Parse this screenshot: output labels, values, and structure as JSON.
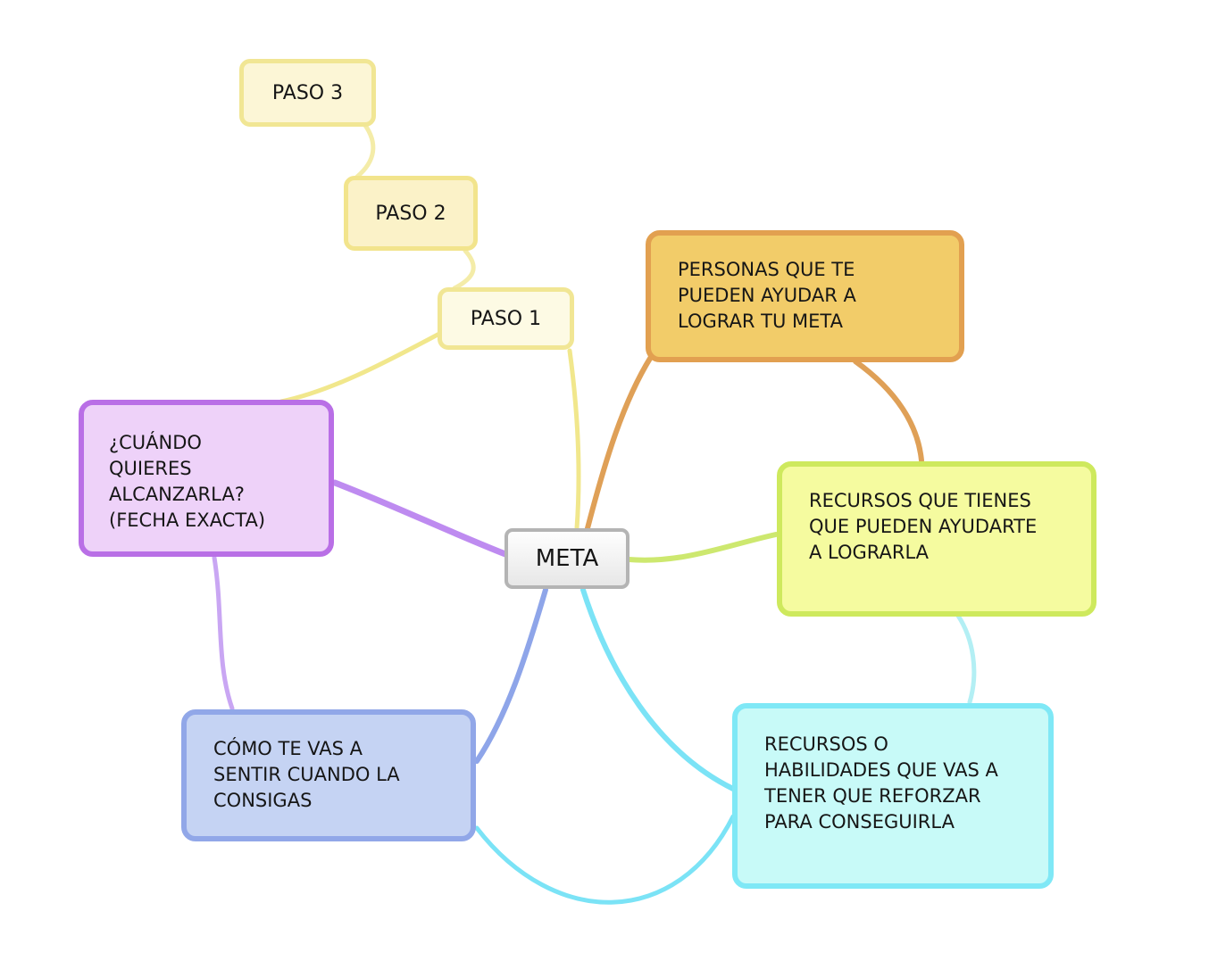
{
  "center": {
    "label": "META"
  },
  "nodes": {
    "paso3": {
      "label": "PASO 3"
    },
    "paso2": {
      "label": "PASO 2"
    },
    "paso1": {
      "label": "PASO 1"
    },
    "personas": {
      "label": "PERSONAS QUE TE PUEDEN AYUDAR A LOGRAR TU META"
    },
    "recursos_tienes": {
      "label": "RECURSOS QUE TIENES QUE PUEDEN AYUDARTE A LOGRARLA"
    },
    "recursos_habilidades": {
      "label": "RECURSOS O HABILIDADES QUE VAS A TENER QUE REFORZAR PARA CONSEGUIRLA"
    },
    "como_sentir": {
      "label": "CÓMO TE VAS A SENTIR CUANDO LA CONSIGAS"
    },
    "cuando": {
      "label": "¿CUÁNDO QUIERES ALCANZARLA? (FECHA EXACTA)"
    }
  },
  "edges": [
    {
      "from": "meta",
      "to": "paso1"
    },
    {
      "from": "paso1",
      "to": "paso2"
    },
    {
      "from": "paso2",
      "to": "paso3"
    },
    {
      "from": "meta",
      "to": "personas"
    },
    {
      "from": "personas",
      "to": "recursos_tienes"
    },
    {
      "from": "meta",
      "to": "recursos_tienes"
    },
    {
      "from": "recursos_tienes",
      "to": "recursos_habilidades"
    },
    {
      "from": "meta",
      "to": "recursos_habilidades"
    },
    {
      "from": "como_sentir",
      "to": "recursos_habilidades"
    },
    {
      "from": "meta",
      "to": "como_sentir"
    },
    {
      "from": "meta",
      "to": "cuando"
    },
    {
      "from": "cuando",
      "to": "como_sentir"
    }
  ],
  "colors": {
    "yellow_line": "#F1E78C",
    "pale_yellow_line": "#F4ECA8",
    "orange_line": "#DFA057",
    "green_line": "#CDE86F",
    "pale_cyan_line": "#B3EFF4",
    "cyan_line": "#7BE3F6",
    "blue_line": "#8EA5E9",
    "purple_line": "#BE8BF0",
    "light_purple_line": "#C9A6F3",
    "node_personas_fill": "#F2CC69",
    "node_personas_border": "#E2A050",
    "node_recursos_fill": "#F5FB9F",
    "node_recursos_border": "#CEE95D",
    "node_habilidades_fill": "#C8FAF8",
    "node_habilidades_border": "#7FE8F6",
    "node_como_fill": "#C5D3F3",
    "node_como_border": "#91A7E8",
    "node_cuando_fill": "#EED2F9",
    "node_cuando_border": "#B96FE6",
    "node_paso_fill": "#FCF6D6",
    "node_paso_border": "#F1E694",
    "node_meta_border": "#B4B4B4"
  }
}
